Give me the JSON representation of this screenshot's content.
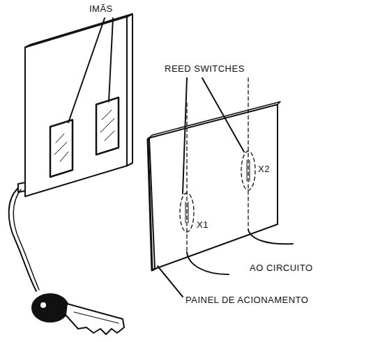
{
  "diagram": {
    "labels": [
      "IMÃS",
      "REED SWITCHES",
      "X1",
      "X2",
      "AO CIRCUITO",
      "PAINEL DE ACIONAMENTO"
    ]
  }
}
